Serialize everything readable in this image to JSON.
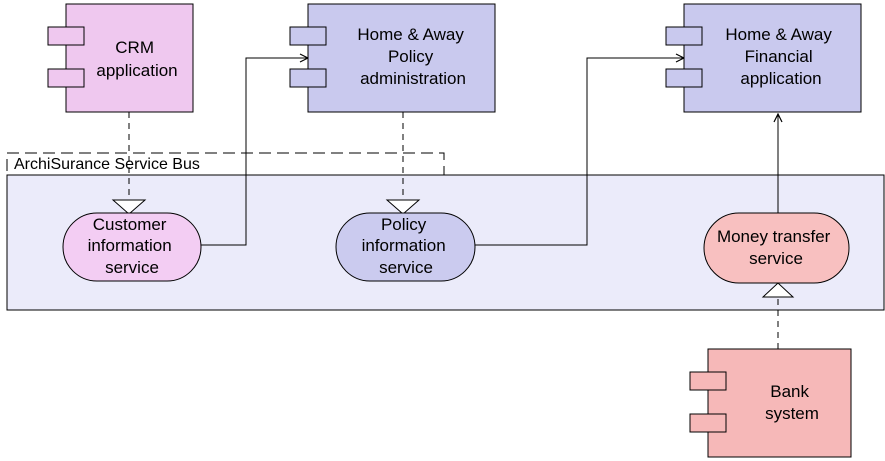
{
  "diagram": {
    "bus": {
      "label": "ArchiSurance Service Bus"
    },
    "components": {
      "crm": {
        "lines": [
          "CRM",
          "application"
        ]
      },
      "policy_admin": {
        "lines": [
          "Home & Away",
          "Policy",
          "administration"
        ]
      },
      "financial": {
        "lines": [
          "Home & Away",
          "Financial",
          "application"
        ]
      },
      "bank": {
        "lines": [
          "Bank",
          "system"
        ]
      }
    },
    "services": {
      "customer_info": {
        "lines": [
          "Customer",
          "information",
          "service"
        ]
      },
      "policy_info": {
        "lines": [
          "Policy",
          "information",
          "service"
        ]
      },
      "money_transfer": {
        "lines": [
          "Money transfer",
          "service"
        ]
      }
    },
    "colors": {
      "pink_component": "#efc8ef",
      "pink_service": "#f3cdf3",
      "blue_component": "#c9c9ee",
      "blue_service": "#cbcbef",
      "red_component": "#f6b8b8",
      "red_service": "#f8c0c0",
      "bus_fill": "#ebebfa",
      "stroke": "#000000"
    }
  }
}
